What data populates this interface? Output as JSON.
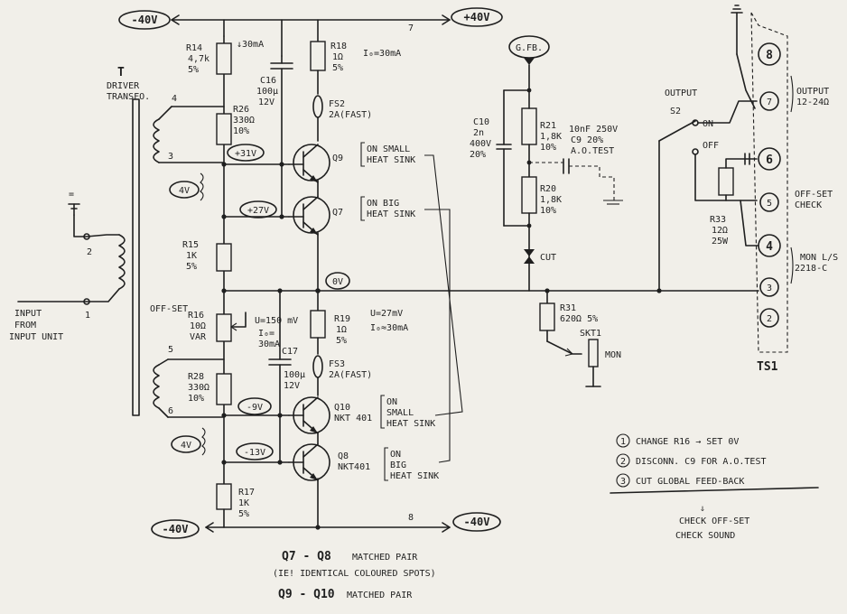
{
  "rails": {
    "neg_top": "-40V",
    "pos_top": "+40V",
    "neg_bottom": "-40V",
    "neg_bottom_right": "-40V",
    "node_top": "7",
    "node_bottom": "8"
  },
  "transformer": {
    "ref": "T",
    "name_line1": "DRIVER",
    "name_line2": "TRANSFO.",
    "pins": [
      "1",
      "2",
      "3",
      "4",
      "5",
      "6"
    ],
    "ground_mark": "="
  },
  "input_label": [
    "INPUT",
    "FROM",
    "INPUT UNIT"
  ],
  "resistors": {
    "R14": [
      "R14",
      "4,7k",
      "5%"
    ],
    "R26": [
      "R26",
      "330Ω",
      "10%"
    ],
    "R15": [
      "R15",
      "1K",
      "5%"
    ],
    "R16": [
      "R16",
      "10Ω",
      "VAR"
    ],
    "R28": [
      "R28",
      "330Ω",
      "10%"
    ],
    "R17": [
      "R17",
      "1K",
      "5%"
    ],
    "R18": [
      "R18",
      "1Ω",
      "5%"
    ],
    "R19": [
      "R19",
      "1Ω",
      "5%"
    ],
    "R21": [
      "R21",
      "1,8K",
      "10%"
    ],
    "R20": [
      "R20",
      "1,8K",
      "10%"
    ],
    "R31": [
      "R31",
      "620Ω 5%"
    ],
    "R33": [
      "R33",
      "12Ω",
      "25W"
    ]
  },
  "capacitors": {
    "C16": [
      "C16",
      "100μ",
      "12V"
    ],
    "C17": [
      "C17",
      "100μ",
      "12V"
    ],
    "C10": [
      "C10",
      "2n",
      "400V",
      "20%"
    ],
    "C9": [
      "10nF 250V",
      "C9   20%",
      "A.O.TEST"
    ]
  },
  "fuses": {
    "FS2": [
      "FS2",
      "2A(FAST)"
    ],
    "FS3": [
      "FS3",
      "2A(FAST)"
    ]
  },
  "transistors": {
    "Q9": [
      "Q9"
    ],
    "Q7": [
      "Q7"
    ],
    "Q10": [
      "Q10",
      "NKT 401"
    ],
    "Q8": [
      "Q8",
      "NKT401"
    ]
  },
  "heatsinks": {
    "q9": [
      "ON SMALL",
      "HEAT SINK"
    ],
    "q7": [
      "ON BIG",
      "HEAT SINK"
    ],
    "q10": [
      "ON",
      "SMALL",
      "HEAT SINK"
    ],
    "q8": [
      "ON",
      "BIG",
      "HEAT SINK"
    ]
  },
  "node_voltages": {
    "v31": "+31V",
    "v27": "+27V",
    "v0": "0V",
    "vm9": "-9V",
    "vm13": "-13V",
    "dv_top": "4V",
    "dv_bottom": "4V"
  },
  "annotations": {
    "i30": "↓30mA",
    "io_top": "I₀=30mA",
    "u_mid": "U=150 mV",
    "i30_b": "I₀=",
    "i30_c": "30mA",
    "u_low": "U=27mV",
    "io_low": "I₀≈30mA",
    "offset": "OFF-SET",
    "gfb": "G.FB.",
    "cut": "CUT",
    "skt": "SKT1",
    "mon": "MON"
  },
  "output": {
    "title": "OUTPUT",
    "switch": "S2",
    "on": "ON",
    "off": "OFF",
    "out_range": [
      "OUTPUT",
      "12-24Ω"
    ],
    "offset_check": [
      "OFF-SET",
      "CHECK"
    ],
    "mon": [
      "MON L/S",
      "2218-C"
    ],
    "terminal_block": "TS1",
    "terminals": [
      "8",
      "7",
      "6",
      "5",
      "4",
      "3",
      "2"
    ]
  },
  "steps": [
    {
      "num": "1",
      "text": "CHANGE R16 → SET 0V"
    },
    {
      "num": "2",
      "text": "DISCONN. C9 FOR A.O.TEST"
    },
    {
      "num": "3",
      "text": "CUT GLOBAL FEED-BACK"
    }
  ],
  "result": {
    "arrow": "⇓",
    "line1": "CHECK OFF-SET",
    "line2": "CHECK SOUND"
  },
  "notes": {
    "pair1_name": "Q7 - Q8",
    "pair1_text": "MATCHED PAIR",
    "pair1_sub": "(IE! IDENTICAL COLOURED SPOTS)",
    "pair2_name": "Q9 - Q10",
    "pair2_text": "MATCHED PAIR"
  }
}
